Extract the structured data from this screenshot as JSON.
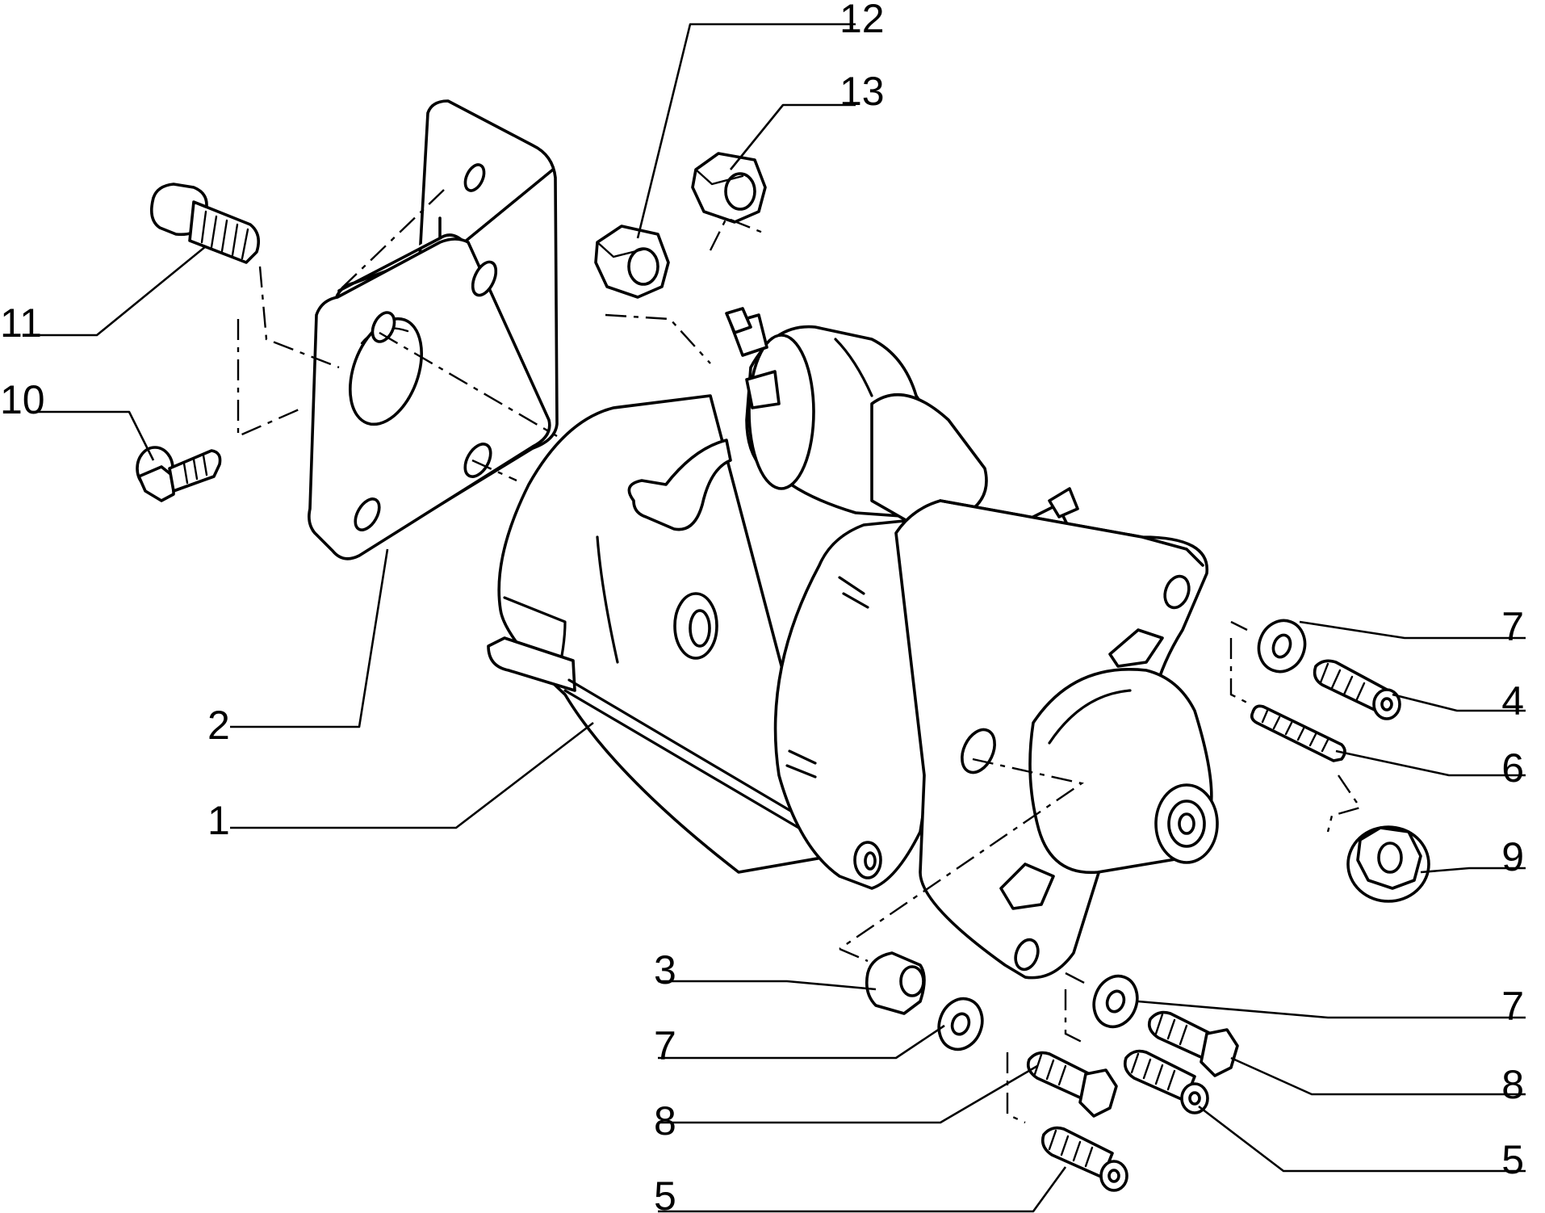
{
  "callouts": [
    {
      "id": "c12",
      "text": "12"
    },
    {
      "id": "c13",
      "text": "13"
    },
    {
      "id": "c11",
      "text": "11"
    },
    {
      "id": "c10",
      "text": "10"
    },
    {
      "id": "c2",
      "text": "2"
    },
    {
      "id": "c1",
      "text": "1"
    },
    {
      "id": "c7a",
      "text": "7"
    },
    {
      "id": "c4",
      "text": "4"
    },
    {
      "id": "c6",
      "text": "6"
    },
    {
      "id": "c9",
      "text": "9"
    },
    {
      "id": "c3",
      "text": "3"
    },
    {
      "id": "c7b",
      "text": "7"
    },
    {
      "id": "c7c",
      "text": "7"
    },
    {
      "id": "c8a",
      "text": "8"
    },
    {
      "id": "c8b",
      "text": "8"
    },
    {
      "id": "c5a",
      "text": "5"
    },
    {
      "id": "c5b",
      "text": "5"
    }
  ]
}
